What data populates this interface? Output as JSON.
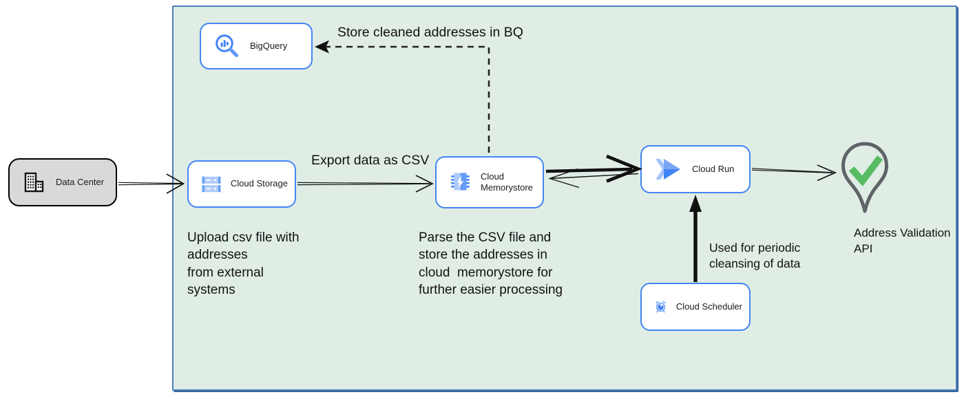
{
  "nodes": {
    "data_center": {
      "label": "Data Center",
      "icon": "building-icon"
    },
    "bigquery": {
      "label": "BigQuery",
      "icon": "bigquery-icon"
    },
    "cloud_storage": {
      "label": "Cloud Storage",
      "icon": "cloud-storage-icon"
    },
    "cloud_memorystore": {
      "label": "Cloud Memorystore",
      "icon": "memorystore-icon"
    },
    "cloud_run": {
      "label": "Cloud Run",
      "icon": "cloud-run-icon"
    },
    "cloud_scheduler": {
      "label": "Cloud Scheduler",
      "icon": "cloud-scheduler-icon"
    },
    "address_validation": {
      "label": "Address Validation\nAPI",
      "icon": "location-pin-check-icon"
    }
  },
  "annotations": {
    "store_bq": "Store cleaned addresses in BQ",
    "export_csv": "Export data as CSV",
    "upload": "Upload csv file with\naddresses\nfrom external\nsystems",
    "parse": "Parse the CSV file and\nstore the addresses in\ncloud  memorystore for\nfurther easier processing",
    "scheduler": "Used for periodic\ncleansing of data"
  },
  "colors": {
    "boundary_fill": "#e0ede5",
    "boundary_border": "#4b7db8",
    "node_border": "#4285f4",
    "node_fill": "#ffffff",
    "external_fill": "#d9d9d9",
    "icon_blue": "#4285f4",
    "icon_blue_light": "#aecbfa",
    "icon_blue_mid": "#669df6",
    "check_green": "#57bb63",
    "pin_gray": "#5f6368",
    "arrow_black": "#111111"
  }
}
